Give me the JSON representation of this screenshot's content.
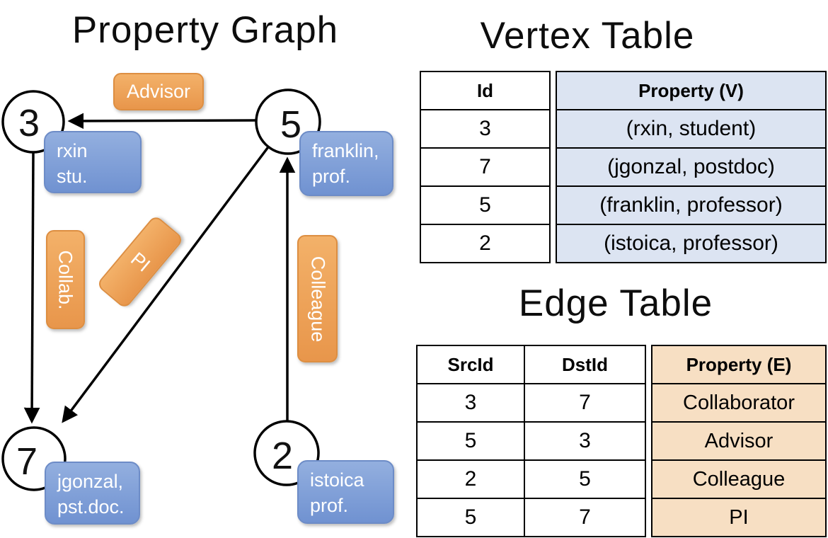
{
  "graph": {
    "title": "Property Graph",
    "nodes": [
      {
        "id": "3",
        "property_line1": "rxin",
        "property_line2": "stu."
      },
      {
        "id": "5",
        "property_line1": "franklin,",
        "property_line2": "prof."
      },
      {
        "id": "7",
        "property_line1": "jgonzal,",
        "property_line2": "pst.doc."
      },
      {
        "id": "2",
        "property_line1": "istoica",
        "property_line2": "prof."
      }
    ],
    "edge_labels": {
      "advisor": "Advisor",
      "collab": "Collab.",
      "pi": "PI",
      "colleague": "Colleague"
    }
  },
  "vertex_table": {
    "title": "Vertex Table",
    "columns": {
      "id": "Id",
      "property": "Property (V)"
    },
    "rows": [
      {
        "id": "3",
        "property": "(rxin, student)"
      },
      {
        "id": "7",
        "property": "(jgonzal, postdoc)"
      },
      {
        "id": "5",
        "property": "(franklin, professor)"
      },
      {
        "id": "2",
        "property": "(istoica, professor)"
      }
    ]
  },
  "edge_table": {
    "title": "Edge Table",
    "columns": {
      "src": "SrcId",
      "dst": "DstId",
      "property": "Property (E)"
    },
    "rows": [
      {
        "src": "3",
        "dst": "7",
        "property": "Collaborator"
      },
      {
        "src": "5",
        "dst": "3",
        "property": "Advisor"
      },
      {
        "src": "2",
        "dst": "5",
        "property": "Colleague"
      },
      {
        "src": "5",
        "dst": "7",
        "property": "PI"
      }
    ]
  },
  "colors": {
    "edge_label_fill": "#EFA558",
    "edge_label_border": "#DD8E41",
    "vertex_box_fill": "#81A0D7",
    "vertex_box_border": "#6D8CC7",
    "vertex_table_property_bg": "#DCE4F2",
    "edge_table_property_bg": "#F7DFC3",
    "line_color": "#000000",
    "background": "#FFFFFF"
  }
}
